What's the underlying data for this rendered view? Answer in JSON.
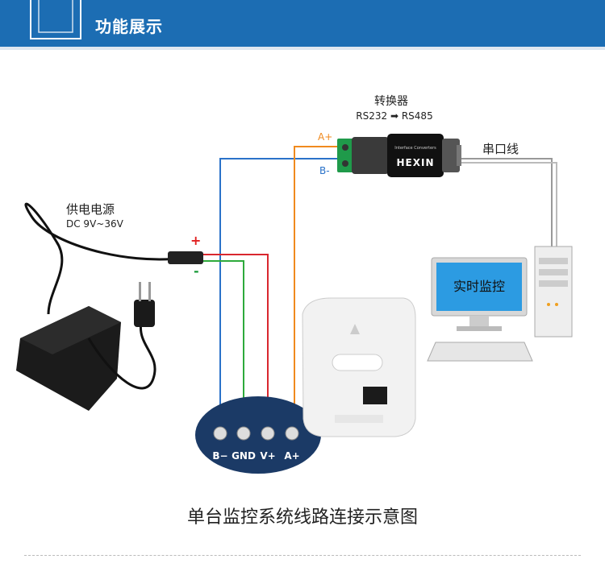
{
  "header": {
    "title": "功能展示"
  },
  "labels": {
    "converter_title": "转换器",
    "converter_sub": "RS232 ➡ RS485",
    "a_plus": "A+",
    "b_minus": "B-",
    "serial_cable": "串口线",
    "power_title": "供电电源",
    "power_range": "DC 9V~36V",
    "plus": "+",
    "minus": "-",
    "monitor_screen": "实时监控",
    "converter_brand": "HEXIN",
    "converter_small": "Interface Converters",
    "term_b": "B−",
    "term_gnd": "GND",
    "term_v": "V+",
    "term_a": "A+"
  },
  "caption": "单台监控系统线路连接示意图",
  "colors": {
    "header": "#1c6db3",
    "wire_blue": "#2a72c9",
    "wire_green": "#2eaa3b",
    "wire_red": "#d9272e",
    "wire_orange": "#f08a1e",
    "plus": "#e02020",
    "minus": "#1a9a3a"
  }
}
